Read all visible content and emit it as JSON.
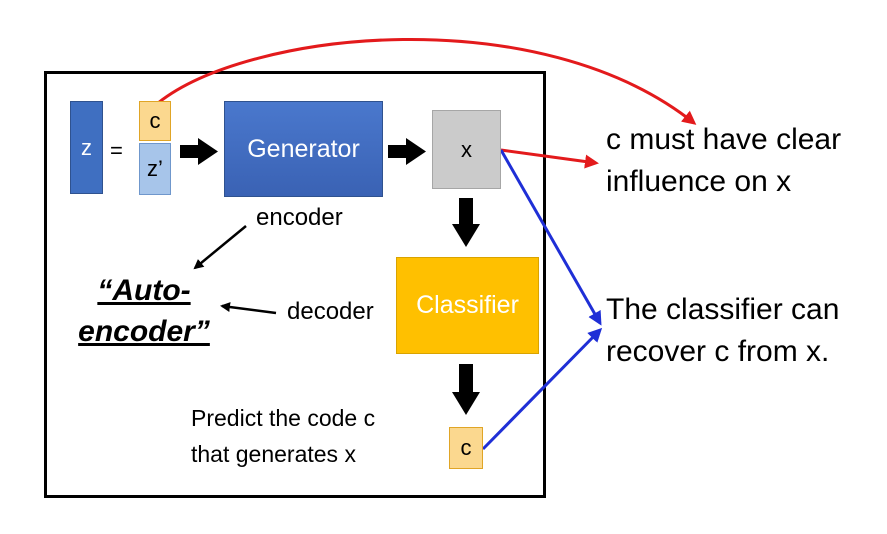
{
  "diagram": {
    "z_label": "z",
    "equals": "=",
    "c_label": "c",
    "z_prime_label": "z’",
    "generator_label": "Generator",
    "x_label": "x",
    "classifier_label": "Classifier",
    "output_c_label": "c",
    "encoder_label": "encoder",
    "decoder_label": "decoder",
    "autoencoder_line1": "“Auto-",
    "autoencoder_line2": "encoder”",
    "predict_line1": "Predict the code c",
    "predict_line2": "that generates x"
  },
  "notes": {
    "influence_line1": "c must have clear",
    "influence_line2": "influence on x",
    "recover_line1": "The classifier can",
    "recover_line2": "recover c from x."
  },
  "colors": {
    "red_arrow": "#e31a1c",
    "blue_arrow": "#1f2fd6",
    "generator": "#4472c4",
    "classifier": "#ffc000",
    "code_box": "#fbd88f",
    "noise_box": "#a7c5ea",
    "x_box": "#cbcbcb"
  }
}
